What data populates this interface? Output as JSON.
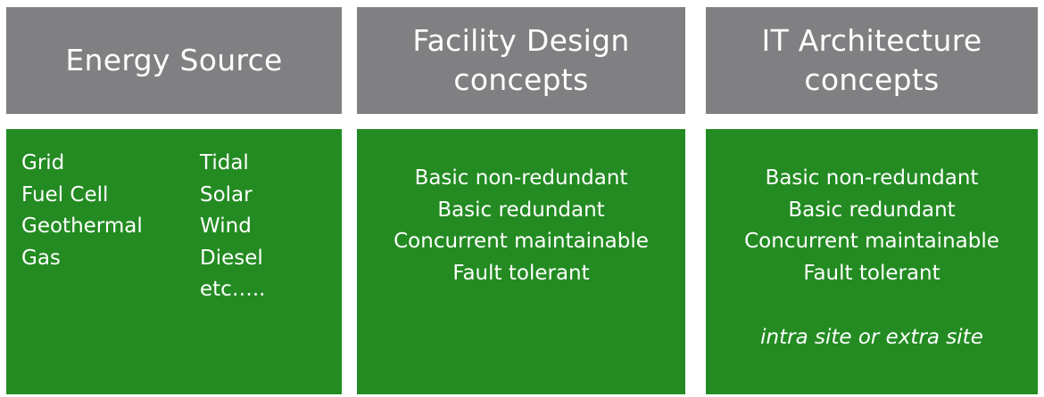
{
  "columns": [
    {
      "header_lines": [
        "Energy Source"
      ],
      "items_left": [
        "Grid",
        "Fuel Cell",
        "Geothermal",
        "Gas"
      ],
      "items_right": [
        "Tidal",
        "Solar",
        "Wind",
        "Diesel",
        "etc….."
      ]
    },
    {
      "header_lines": [
        "Facility Design",
        "concepts"
      ],
      "items": [
        "Basic non-redundant",
        "Basic redundant",
        "Concurrent maintainable",
        "Fault tolerant"
      ]
    },
    {
      "header_lines": [
        "IT Architecture",
        "concepts"
      ],
      "items": [
        "Basic non-redundant",
        "Basic redundant",
        "Concurrent maintainable",
        "Fault tolerant"
      ],
      "note": "intra site or extra site"
    }
  ],
  "colors": {
    "header_bg": "#808083",
    "body_bg": "#238b22",
    "text": "#ffffff"
  }
}
